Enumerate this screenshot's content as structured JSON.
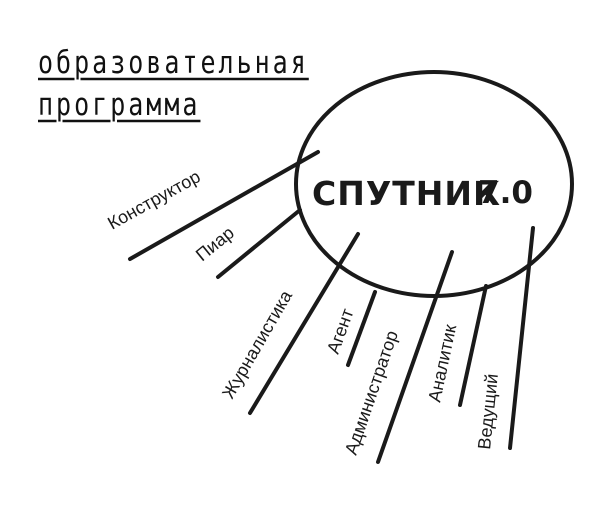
{
  "header": {
    "line1": "образовательная",
    "line2": "программа"
  },
  "title": {
    "name": "СПУТНИК",
    "version": "7.0"
  },
  "rays": [
    "Конструктор",
    "Пиар",
    "Журналистика",
    "Агент",
    "Администратор",
    "Аналитик",
    "Ведущий"
  ],
  "colors": {
    "ink": "#1a1a1a",
    "background": "#ffffff"
  }
}
